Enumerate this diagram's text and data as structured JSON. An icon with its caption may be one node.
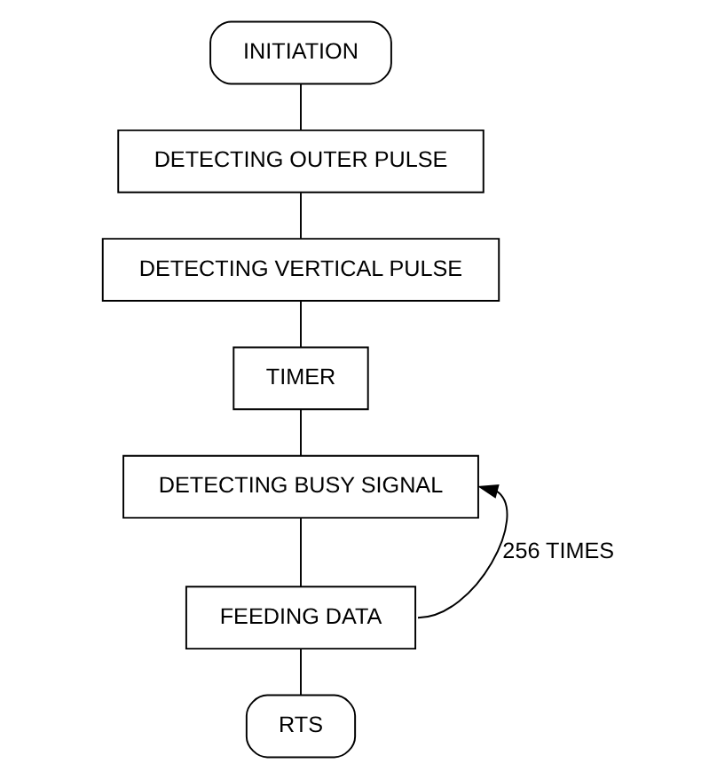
{
  "diagram": {
    "nodes": [
      {
        "text": [
          "INITIATION"
        ]
      },
      {
        "text": [
          "DETECTING OUTER PULSE"
        ]
      },
      {
        "text": [
          "DETECTING VERTICAL PULSE"
        ]
      },
      {
        "text": [
          "TIMER"
        ]
      },
      {
        "text": [
          "DETECTING BUSY SIGNAL"
        ]
      },
      {
        "text": [
          "FEEDING DATA"
        ]
      },
      {
        "text": [
          "RTS"
        ]
      }
    ],
    "edges": [
      {
        "from": 0,
        "to": 1,
        "arrow": "none"
      },
      {
        "from": 1,
        "to": 2,
        "arrow": "none"
      },
      {
        "from": 2,
        "to": 3,
        "arrow": "none"
      },
      {
        "from": 3,
        "to": 4,
        "arrow": "none"
      },
      {
        "from": 4,
        "to": 5,
        "arrow": "none"
      },
      {
        "from": 5,
        "to": 6,
        "arrow": "none"
      },
      {
        "from": 5,
        "to": 4,
        "arrow": "to",
        "label": "256 TIMES"
      }
    ]
  }
}
